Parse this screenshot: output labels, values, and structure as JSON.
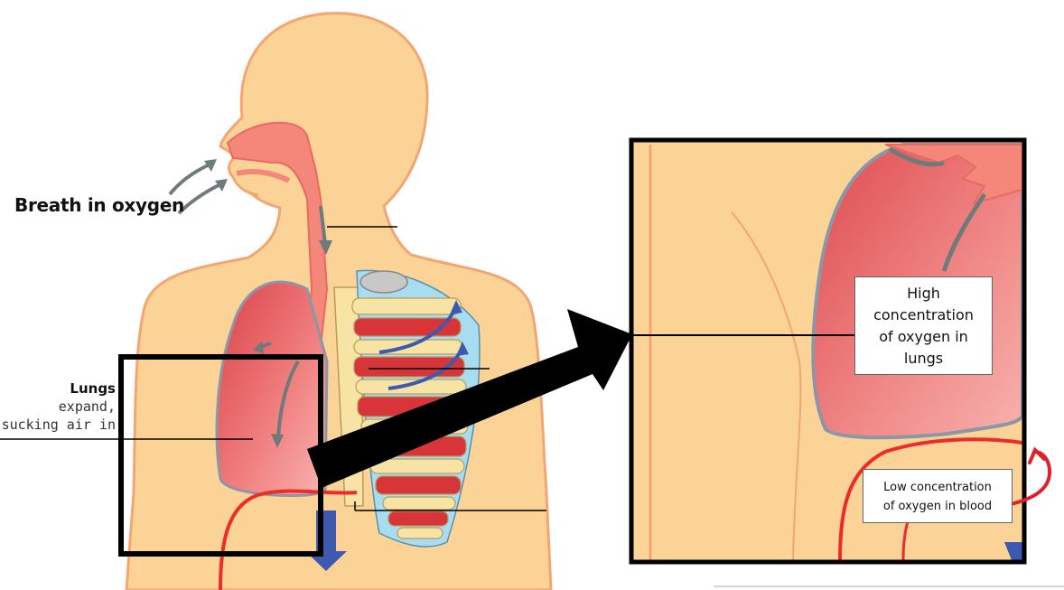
{
  "labels": {
    "breath": "Breath in oxygen",
    "lungs_title": "Lungs",
    "lungs_line1": "expand,",
    "lungs_line2": "sucking air in",
    "high_line1": "High",
    "high_line2": "concentration",
    "high_line3": "of oxygen in",
    "high_line4": "lungs",
    "low_line1": "Low concentration",
    "low_line2": "of oxygen in blood"
  },
  "colors": {
    "skin": "#fcd396",
    "skin_outline": "#f4a574",
    "airway": "#f5877a",
    "lung": "#e8555a",
    "lung_light": "#f6a0a0",
    "rib": "#f7e3a4",
    "cartilage": "#a8dcf0",
    "muscle": "#d8353a",
    "blood_vessel": "#ee2a2a",
    "arrow_gray": "#6f7a7a",
    "arrow_blue": "#3d5ab0",
    "frame": "#000000"
  }
}
